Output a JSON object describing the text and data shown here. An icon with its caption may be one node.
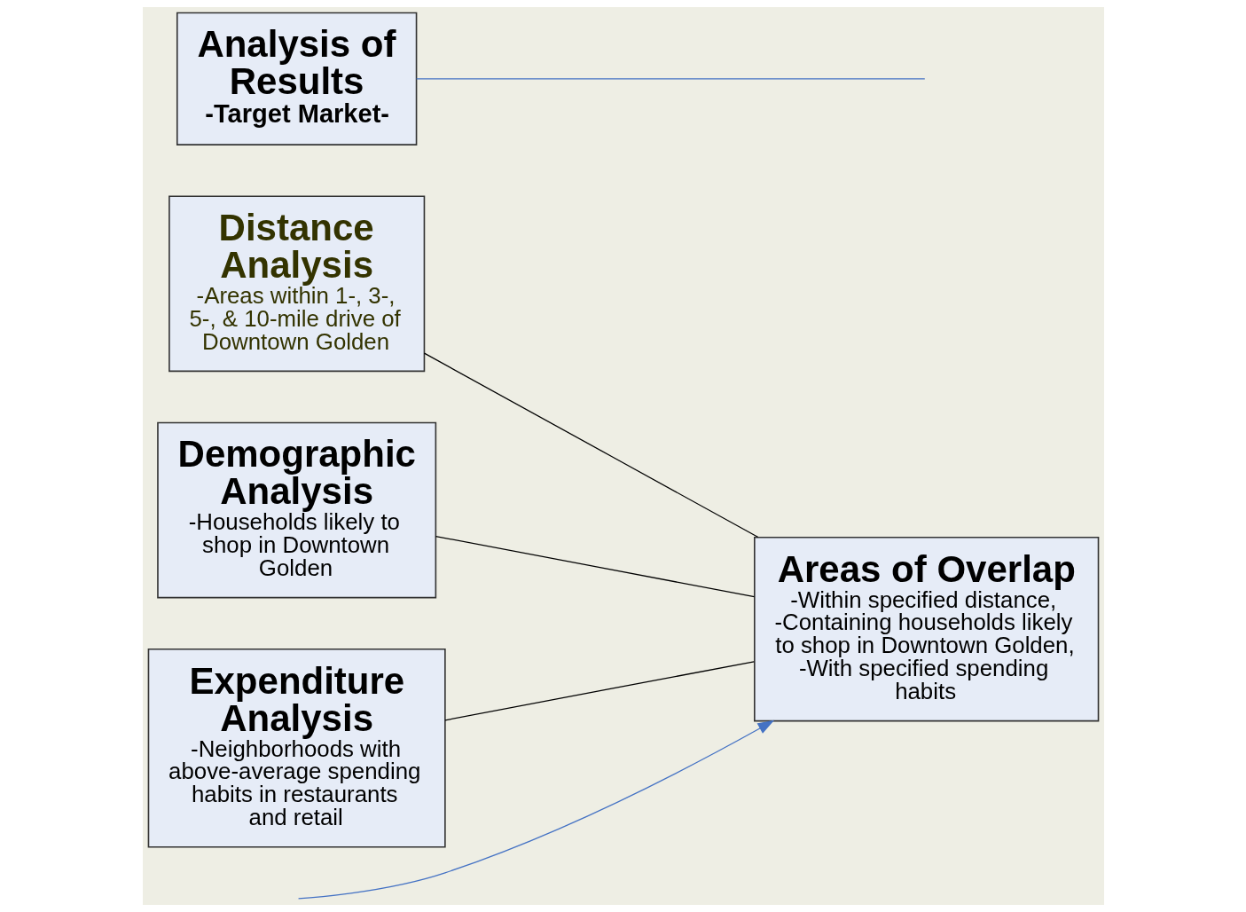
{
  "diagram": {
    "nodes": [
      {
        "text": [
          "Distance Analysis",
          "-Areas within 1-, 3-, 5-, & 10-mile drive of Downtown Golden"
        ]
      },
      {
        "text": [
          "Demographic Analysis",
          "-Households likely to shop in Downtown Golden"
        ]
      },
      {
        "text": [
          "Expenditure Analysis",
          "-Neighborhoods with above-average spending habits in restaurants and retail"
        ]
      },
      {
        "text": [
          "Areas of Overlap",
          "-Within specified distance, -Containing households likely to shop in Downtown Golden, -With specified spending habits"
        ]
      },
      {
        "text": [
          "Analysis of Results",
          "-Target Market-"
        ]
      }
    ],
    "edges": [
      {
        "from": 0,
        "to": 3,
        "arrow": "none"
      },
      {
        "from": 1,
        "to": 3,
        "arrow": "none"
      },
      {
        "from": 2,
        "to": 3,
        "arrow": "none"
      },
      {
        "from": null,
        "to": 3,
        "arrow": "to",
        "color": "#4472c4"
      },
      {
        "from": 4,
        "to": null,
        "arrow": "none",
        "color": "#4472c4"
      }
    ]
  }
}
